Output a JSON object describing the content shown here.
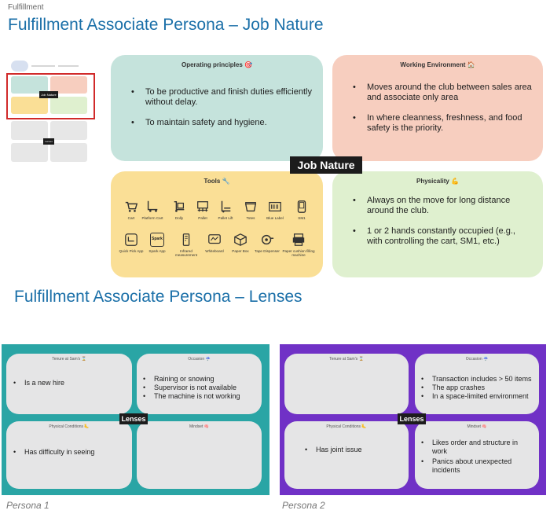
{
  "breadcrumb": "Fulfillment",
  "title_job_nature": "Fulfillment Associate Persona – Job Nature",
  "title_lenses": "Fulfillment Associate Persona – Lenses",
  "job_nature": {
    "center_label": "Job Nature",
    "operating": {
      "title": "Operating principles 🎯",
      "items": [
        "To be productive and finish duties efficiently without delay.",
        "To maintain safety and hygiene."
      ]
    },
    "environment": {
      "title": "Working Environment 🏠",
      "items": [
        "Moves around the club between sales area and associate only area",
        "In where cleanness, freshness, and food safety is the priority."
      ]
    },
    "tools": {
      "title": "Tools 🔧",
      "row1": [
        "Cart",
        "Platform Cart",
        "Dolly",
        "Pallet",
        "Pallet Lift",
        "Totes",
        "Blue Label",
        "SM1"
      ],
      "row2": [
        "Quick Pick App",
        "Spark App",
        "Infrared measurement",
        "Whiteboard",
        "Paper Box",
        "Tape Dispenser",
        "Paper cushion filling machine"
      ],
      "spark_badge": "Spark"
    },
    "physicality": {
      "title": "Physicality 💪",
      "items": [
        "Always on the move for long distance around the club.",
        "1 or 2 hands constantly occupied (e.g., with controlling the cart, SM1, etc.)"
      ]
    }
  },
  "lenses": [
    {
      "persona": "Persona 1",
      "center_label": "Lenses",
      "tenure": {
        "title": "Tenure at Sam's ⌛",
        "items": [
          "Is a new hire"
        ]
      },
      "occasion": {
        "title": "Occasion ☔",
        "items": [
          "Raining or snowing",
          "Supervisor is not available",
          "The machine is not working"
        ]
      },
      "physical": {
        "title": "Physical Conditions 🦶",
        "items": [
          "Has difficulty in seeing"
        ]
      },
      "mindset": {
        "title": "Mindset 🧠",
        "items": []
      }
    },
    {
      "persona": "Persona 2",
      "center_label": "Lenses",
      "tenure": {
        "title": "Tenure at Sam's ⌛",
        "items": []
      },
      "occasion": {
        "title": "Occasion ☔",
        "items": [
          "Transaction includes > 50 items",
          "The app crashes",
          "In a space-limited environment"
        ]
      },
      "physical": {
        "title": "Physical Conditions 🦶",
        "items": [
          "Has joint issue"
        ]
      },
      "mindset": {
        "title": "Mindset 🧠",
        "items": [
          "Likes order and structure in work",
          "Panics about unexpected incidents"
        ]
      }
    }
  ],
  "minimap": {
    "label": "Job Nature",
    "lens_label": "Lenses",
    "highlight_color": "#d12a2a"
  }
}
